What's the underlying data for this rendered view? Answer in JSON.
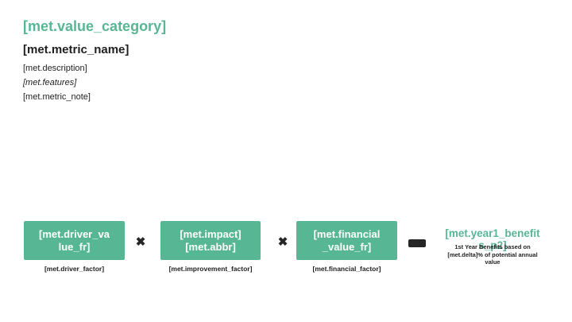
{
  "colors": {
    "accent": "#57B794",
    "dark_text": "#1F1F1F",
    "box_text": "#FFFFFF",
    "background": "#FFFFFF"
  },
  "header": {
    "value_category": "[met.value_category]",
    "metric_name": "[met.metric_name]",
    "description": "[met.description]",
    "features": "[met.features]",
    "metric_note": "[met.metric_note]"
  },
  "formula": {
    "multiply_symbol": "✖",
    "driver_box": {
      "lines": [
        "[met.driver_va",
        "lue_fr]"
      ],
      "label": "[met.driver_factor]"
    },
    "impact_box": {
      "lines": [
        "[met.impact]",
        "[met.abbr]"
      ],
      "label": "[met.improvement_factor]"
    },
    "financial_box": {
      "lines": [
        "[met.financial",
        "_value_fr]"
      ],
      "label": "[met.financial_factor]"
    },
    "result": {
      "benefit_lines": [
        "[met.year1_benefit",
        "s_p2]"
      ],
      "note_lines": [
        "1st Year Benefits based on",
        "[met.delta]% of potential annual",
        "value"
      ]
    }
  }
}
